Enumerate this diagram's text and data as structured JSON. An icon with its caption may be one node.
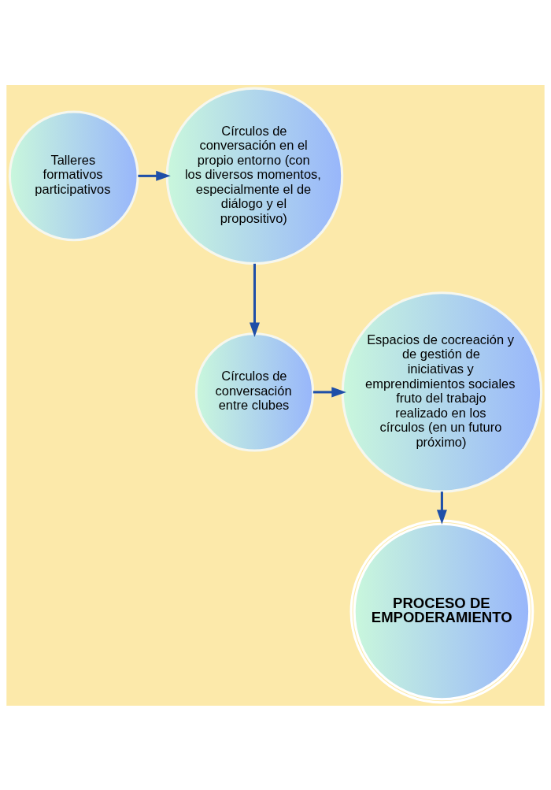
{
  "diagram": {
    "nodes": [
      {
        "text": [
          "Talleres formativos participativos"
        ]
      },
      {
        "text": [
          "Círculos de conversación en el propio entorno (con los diversos momentos, especialmente el de diálogo y el propositivo)"
        ]
      },
      {
        "text": [
          "Círculos de conversación entre clubes"
        ]
      },
      {
        "text": [
          "Espacios de cocreación y de gestión de iniciativas y emprendimientos sociales fruto del trabajo realizado en los círculos (en un futuro próximo)"
        ]
      },
      {
        "text": [
          "PROCESO DE EMPODERAMIENTO"
        ]
      }
    ],
    "edges": [
      {
        "from": 0,
        "to": 1,
        "arrow": "to"
      },
      {
        "from": 1,
        "to": 2,
        "arrow": "to"
      },
      {
        "from": 2,
        "to": 3,
        "arrow": "to"
      },
      {
        "from": 3,
        "to": 4,
        "arrow": "to"
      }
    ]
  }
}
